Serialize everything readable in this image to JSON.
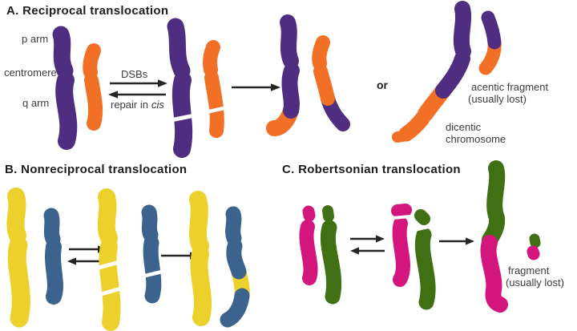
{
  "figure": {
    "background": "#ffffff",
    "colors": {
      "purple": "#4f2d80",
      "orange": "#f26f26",
      "yellow": "#ecd02c",
      "blue": "#3c628e",
      "magenta": "#d3157d",
      "green": "#3f7013",
      "ink": "#1d1d1b",
      "label": "#3e3b3b",
      "arrow": "#262524"
    }
  },
  "panel_a": {
    "title": "A. Reciprocal translocation",
    "p_arm_label": "p arm",
    "centromere_label": "centromere",
    "q_arm_label": "q arm",
    "forward_arrow_label": "DSBs",
    "reverse_arrow_label": "repair in",
    "reverse_arrow_label_italic": "cis",
    "or_label": "or",
    "acentric_fragment_line1": "acentic fragment",
    "acentric_fragment_line2": "(usually lost)",
    "dicentric_line1": "dicentic",
    "dicentric_line2": "chromosome"
  },
  "panel_b": {
    "title": "B. Nonreciprocal translocation"
  },
  "panel_c": {
    "title": "C. Robertsonian translocation",
    "fragment_line1": "fragment",
    "fragment_line2": "(usually lost)"
  }
}
